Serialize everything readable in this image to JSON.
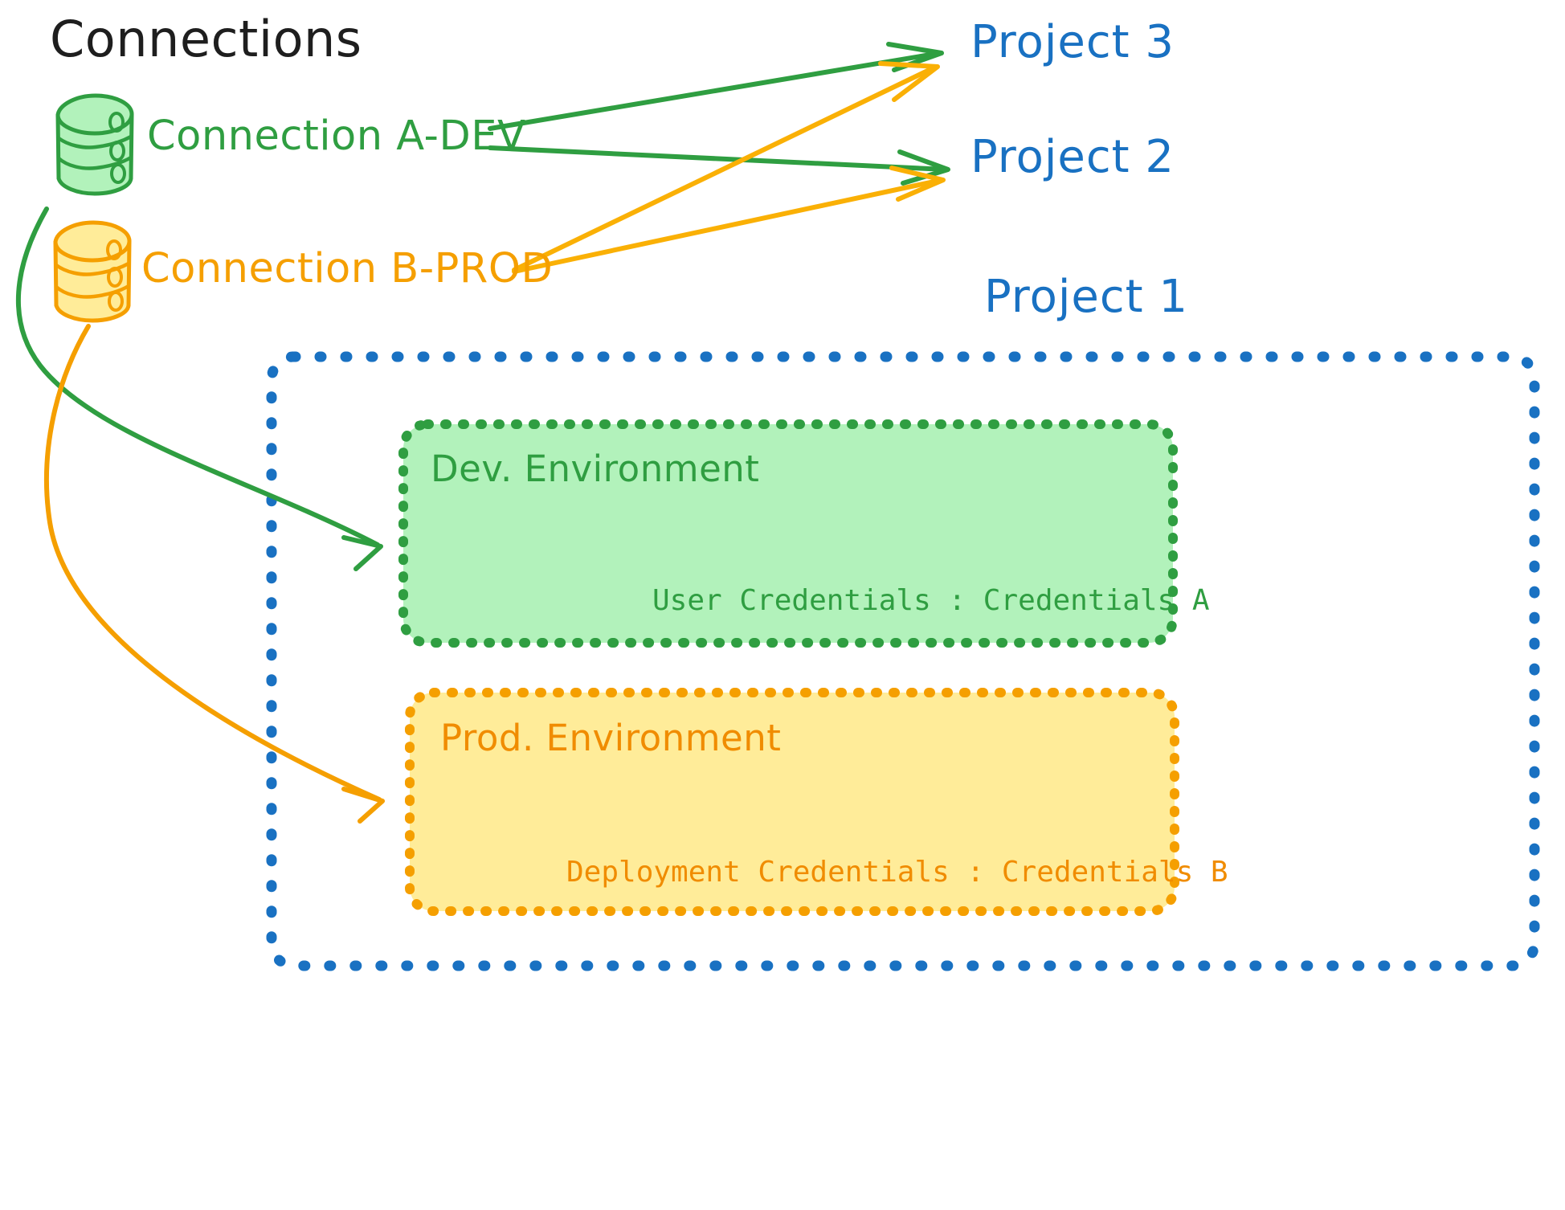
{
  "diagram": {
    "title": "Connections",
    "title_color": "#1e1e1e",
    "background": "#ffffff"
  },
  "connections": [
    {
      "id": "connection-a-dev",
      "label": "Connection A-DEV",
      "color": "#2f9e41",
      "fill": "#b2f2bb",
      "icon": "database-cylinder-icon"
    },
    {
      "id": "connection-b-prod",
      "label": "Connection B-PROD",
      "color": "#f59f00",
      "fill": "#ffec99",
      "icon": "database-cylinder-icon"
    }
  ],
  "projects": [
    {
      "id": "project-3",
      "label": "Project 3",
      "color": "#1971c2"
    },
    {
      "id": "project-2",
      "label": "Project 2",
      "color": "#1971c2"
    },
    {
      "id": "project-1",
      "label": "Project 1",
      "color": "#1971c2"
    }
  ],
  "project_1_container": {
    "border_color": "#1971c2",
    "border_style": "dotted",
    "environments": [
      {
        "id": "dev-environment",
        "title": "Dev. Environment",
        "credentials_label": "User Credentials : Credentials A",
        "border_color": "#2f9e41",
        "fill": "#b2f2bb"
      },
      {
        "id": "prod-environment",
        "title": "Prod. Environment",
        "credentials_label": "Deployment Credentials : Credentials B",
        "border_color": "#f59f00",
        "fill": "#ffec99"
      }
    ]
  },
  "edges": [
    {
      "id": "edge-a-dev-to-project-3",
      "from": "connection-a-dev",
      "to": "project-3",
      "color": "#2f9e41"
    },
    {
      "id": "edge-a-dev-to-project-2",
      "from": "connection-a-dev",
      "to": "project-2",
      "color": "#2f9e41"
    },
    {
      "id": "edge-b-prod-to-project-3",
      "from": "connection-b-prod",
      "to": "project-3",
      "color": "#fab005"
    },
    {
      "id": "edge-b-prod-to-project-2",
      "from": "connection-b-prod",
      "to": "project-2",
      "color": "#fab005"
    },
    {
      "id": "edge-a-dev-to-dev-environment",
      "from": "connection-a-dev",
      "to": "dev-environment",
      "color": "#2f9e41"
    },
    {
      "id": "edge-b-prod-to-prod-environment",
      "from": "connection-b-prod",
      "to": "prod-environment",
      "color": "#f59f00"
    }
  ]
}
